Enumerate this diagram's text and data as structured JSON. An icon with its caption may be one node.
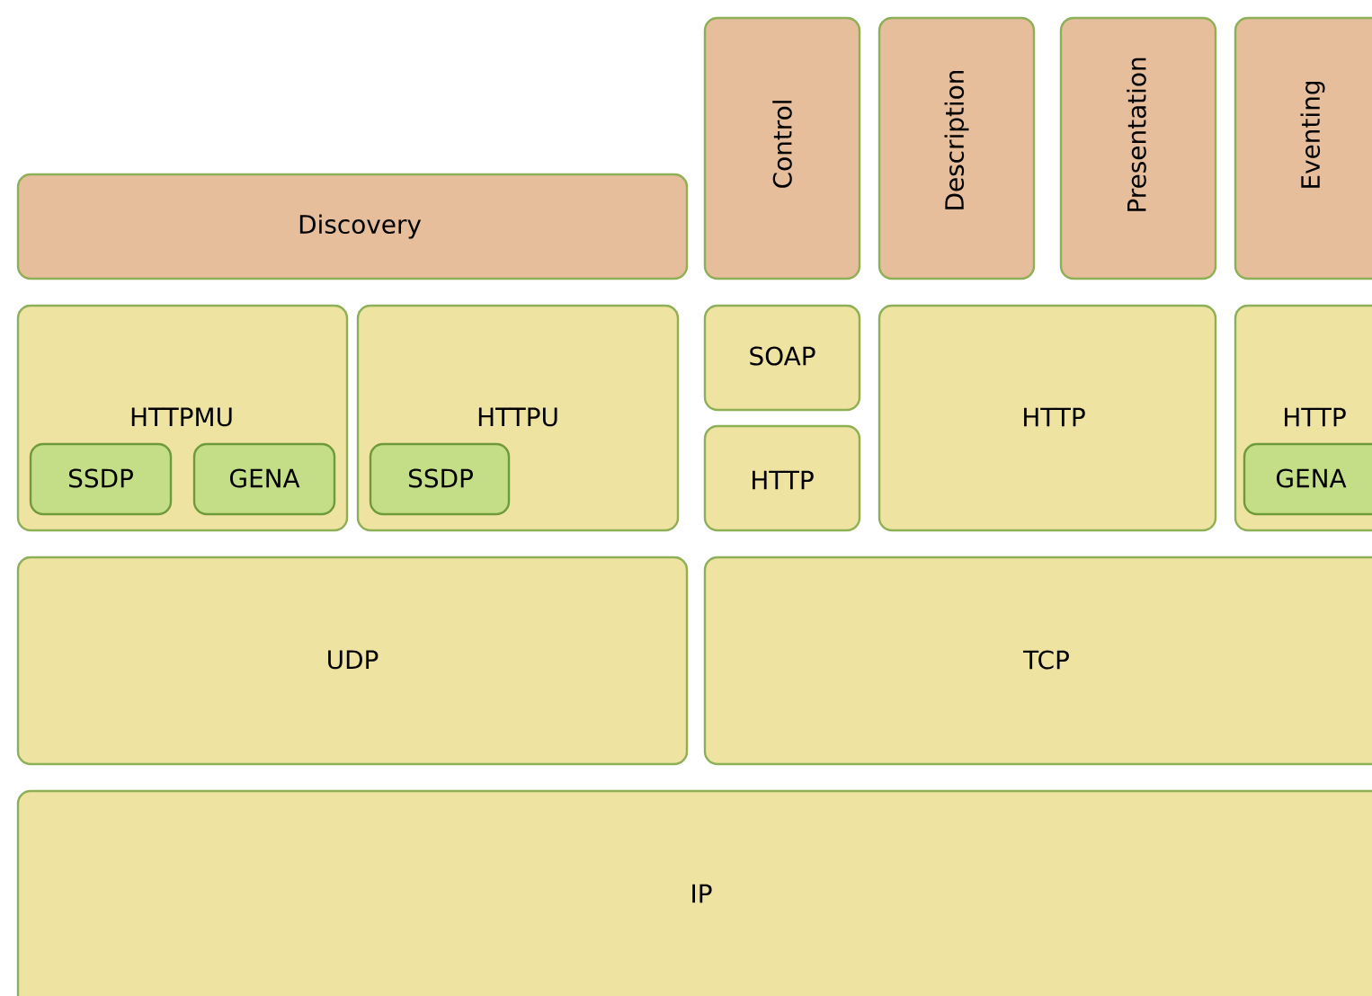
{
  "diagram": {
    "nodes": [
      {
        "text": [
          "Control"
        ]
      },
      {
        "text": [
          "Description"
        ]
      },
      {
        "text": [
          "Presentation"
        ]
      },
      {
        "text": [
          "Eventing"
        ]
      },
      {
        "text": [
          "Discovery"
        ]
      },
      {
        "text": [
          "HTTPMU"
        ]
      },
      {
        "text": [
          "SSDP"
        ],
        "in": 5
      },
      {
        "text": [
          "GENA"
        ],
        "in": 5
      },
      {
        "text": [
          "HTTPU"
        ]
      },
      {
        "text": [
          "SSDP"
        ],
        "in": 8
      },
      {
        "text": [
          "SOAP"
        ]
      },
      {
        "text": [
          "HTTP"
        ]
      },
      {
        "text": [
          "HTTP"
        ]
      },
      {
        "text": [
          "HTTP"
        ]
      },
      {
        "text": [
          "GENA"
        ],
        "in": 13
      },
      {
        "text": [
          "UDP"
        ]
      },
      {
        "text": [
          "TCP"
        ]
      },
      {
        "text": [
          "IP"
        ]
      }
    ]
  }
}
